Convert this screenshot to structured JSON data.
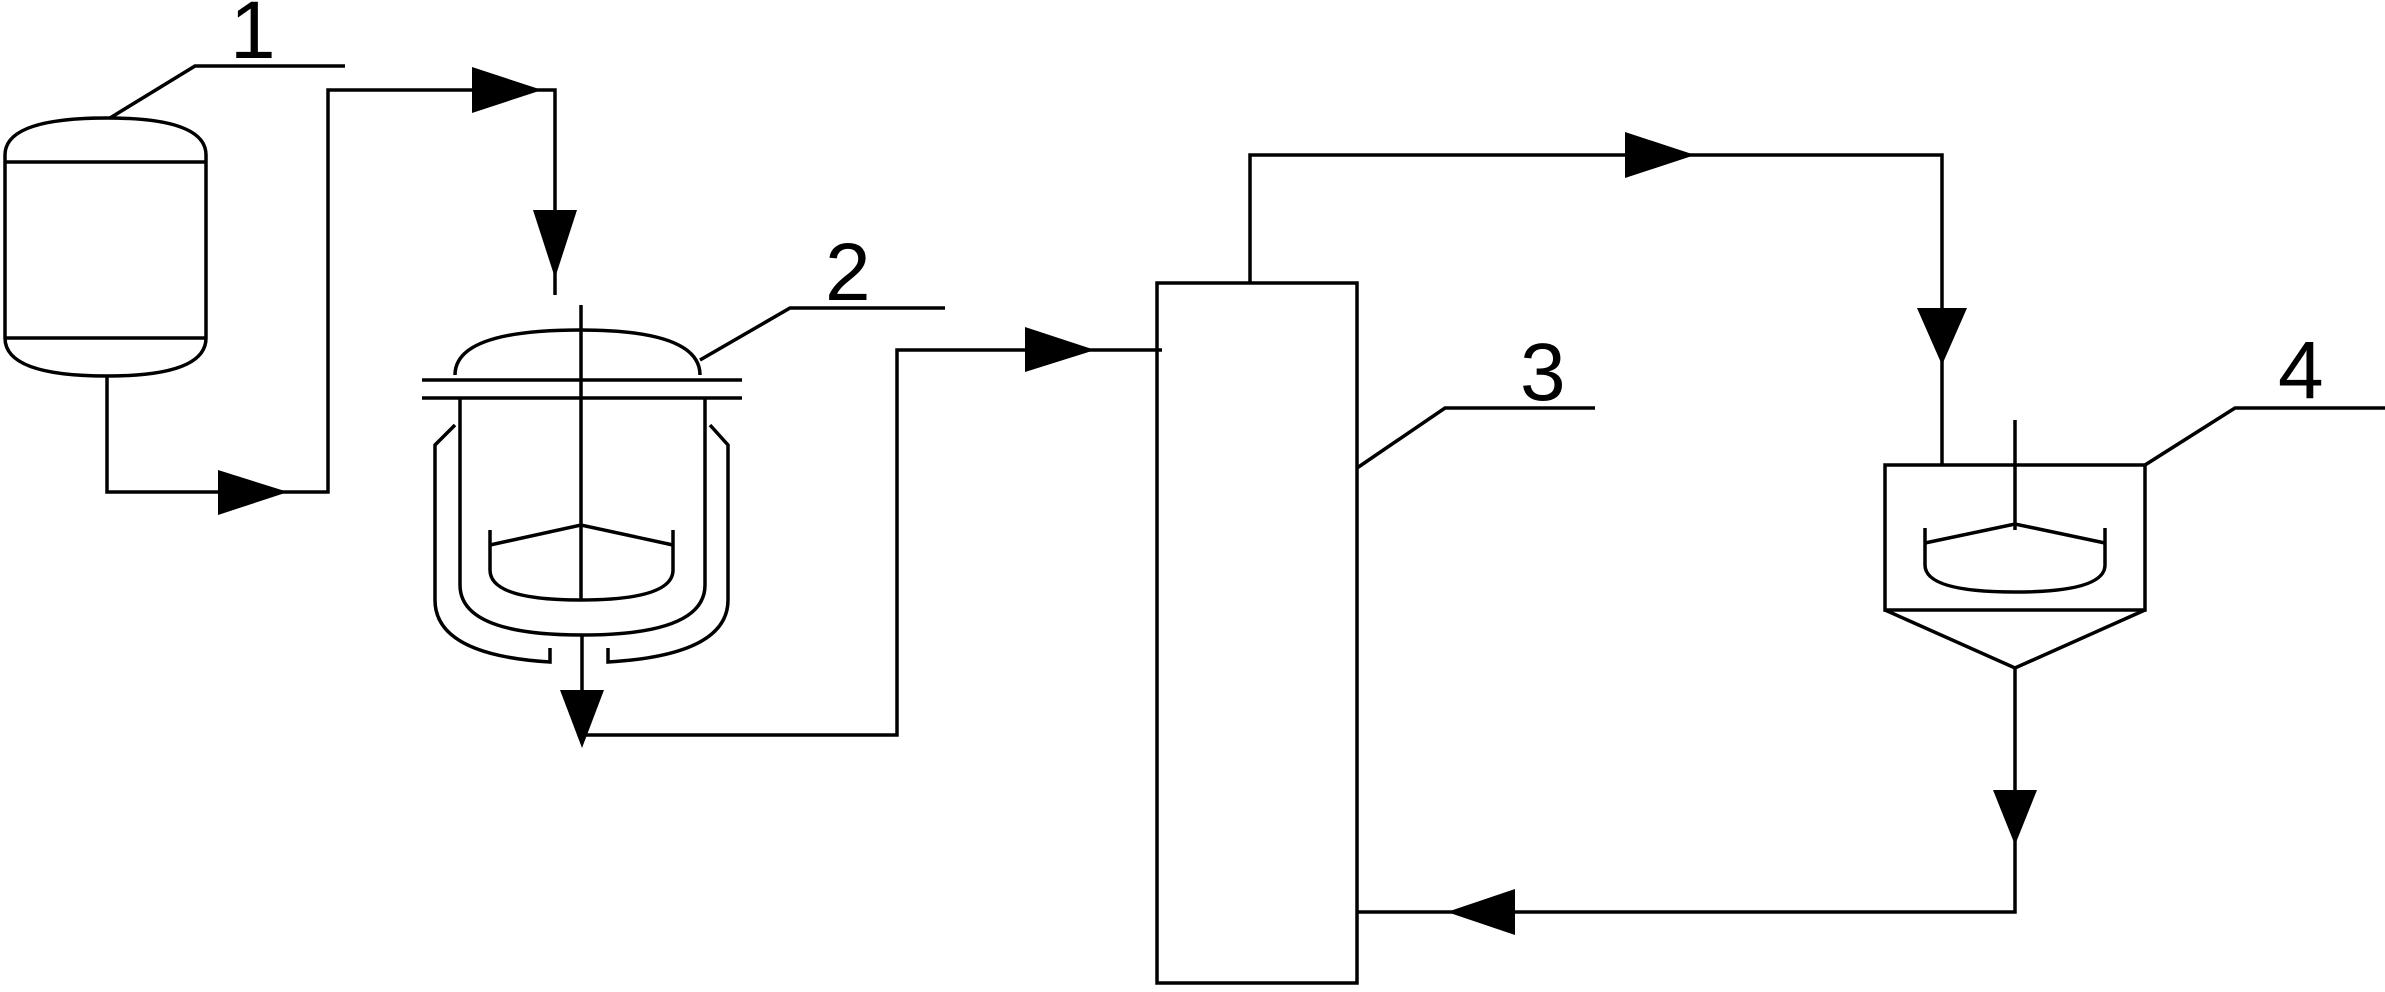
{
  "labels": {
    "tank": "1",
    "reactor": "2",
    "column": "3",
    "crystallizer": "4"
  }
}
